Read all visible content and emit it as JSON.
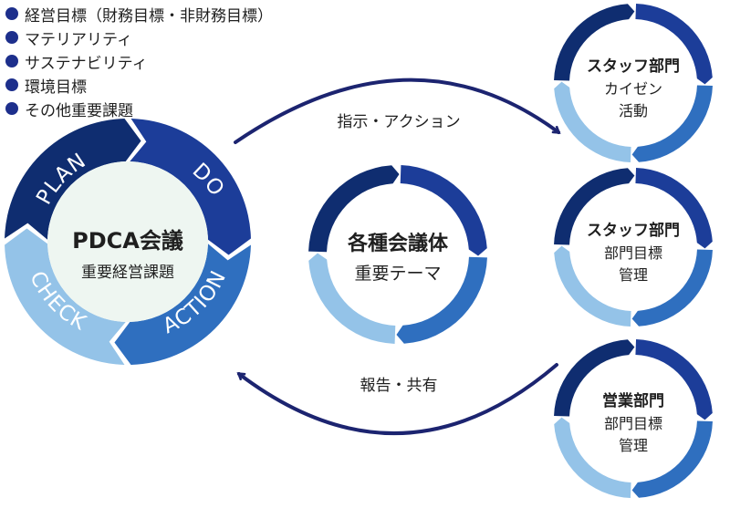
{
  "colors": {
    "navy": "#0f2d70",
    "blue": "#1c3d99",
    "mid_blue": "#2f6fbf",
    "light_blue": "#94c3e8",
    "arrow": "#1c2470",
    "pale_center": "#eef6f1",
    "text": "#1f1f1f"
  },
  "bullets": [
    "経営目標（財務目標・非財務目標）",
    "マテリアリティ",
    "サステナビリティ",
    "環境目標",
    "その他重要課題"
  ],
  "pdca": {
    "title": "PDCA会議",
    "subtitle": "重要経営課題",
    "plan": "PLAN",
    "do": "DO",
    "check": "CHECK",
    "action": "ACTION"
  },
  "center": {
    "title": "各種会議体",
    "subtitle": "重要テーマ"
  },
  "arrows": {
    "top": "指示・アクション",
    "bottom": "報告・共有"
  },
  "departments": [
    {
      "title": "スタッフ部門",
      "line1": "カイゼン",
      "line2": "活動"
    },
    {
      "title": "スタッフ部門",
      "line1": "部門目標",
      "line2": "管理"
    },
    {
      "title": "営業部門",
      "line1": "部門目標",
      "line2": "管理"
    }
  ]
}
